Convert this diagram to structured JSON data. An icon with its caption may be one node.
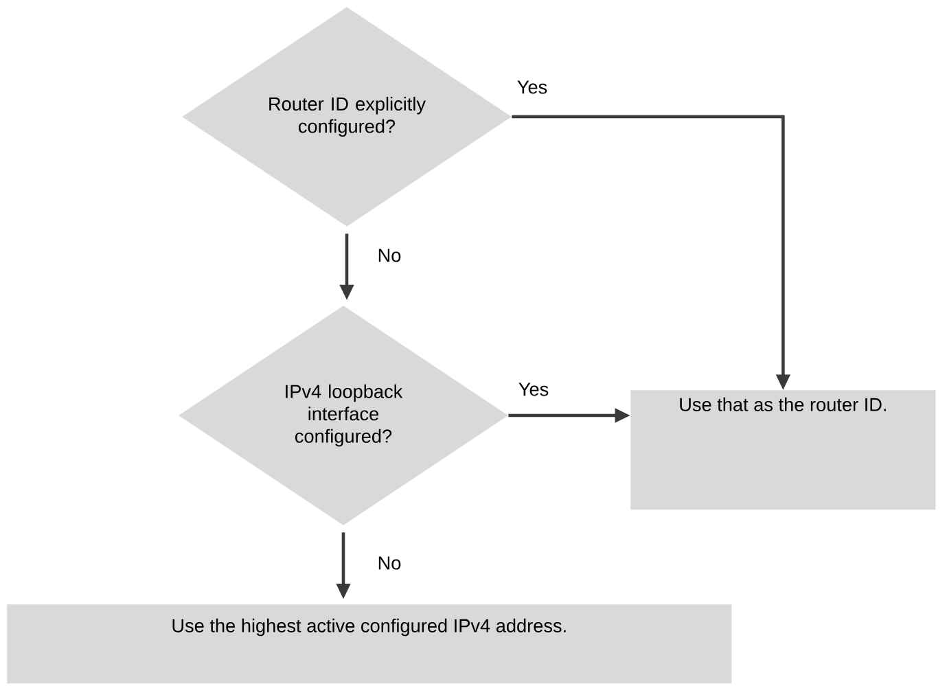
{
  "diagram": {
    "nodes": [
      {
        "text": [
          "Router ID explicitly configured?"
        ]
      },
      {
        "text": [
          "IPv4 loopback interface configured?"
        ]
      },
      {
        "text": [
          "Use that as the router ID."
        ]
      },
      {
        "text": [
          "Use the highest active configured IPv4 address."
        ]
      }
    ],
    "edges": [
      {
        "from": 0,
        "to": 1,
        "arrow": "to",
        "label": "No"
      },
      {
        "from": 0,
        "to": 2,
        "arrow": "to",
        "label": "Yes"
      },
      {
        "from": 1,
        "to": 2,
        "arrow": "to",
        "label": "Yes"
      },
      {
        "from": 1,
        "to": 3,
        "arrow": "to",
        "label": "No"
      }
    ]
  }
}
